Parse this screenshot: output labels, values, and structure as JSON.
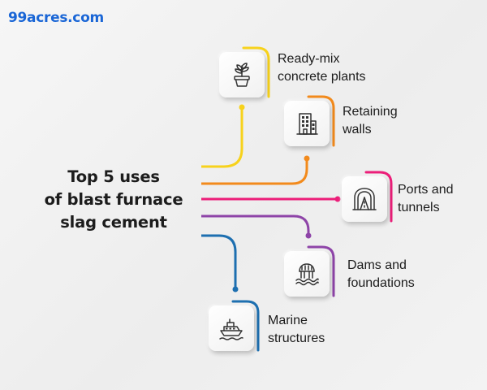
{
  "brand": {
    "logo_text": "99acres.com"
  },
  "title_lines": [
    "Top 5 uses",
    "of blast furnace",
    "slag cement"
  ],
  "items": [
    {
      "lines": [
        "Ready-mix",
        "concrete plants"
      ],
      "icon": "plant-pot-icon",
      "color": "#f7d21c"
    },
    {
      "lines": [
        "Retaining",
        "walls"
      ],
      "icon": "building-icon",
      "color": "#f28a1c"
    },
    {
      "lines": [
        "Ports and",
        "tunnels"
      ],
      "icon": "tunnel-icon",
      "color": "#ec1e79"
    },
    {
      "lines": [
        "Dams and",
        "foundations"
      ],
      "icon": "dam-icon",
      "color": "#8e44a8"
    },
    {
      "lines": [
        "Marine",
        "structures"
      ],
      "icon": "ship-icon",
      "color": "#1d6fb0"
    }
  ]
}
